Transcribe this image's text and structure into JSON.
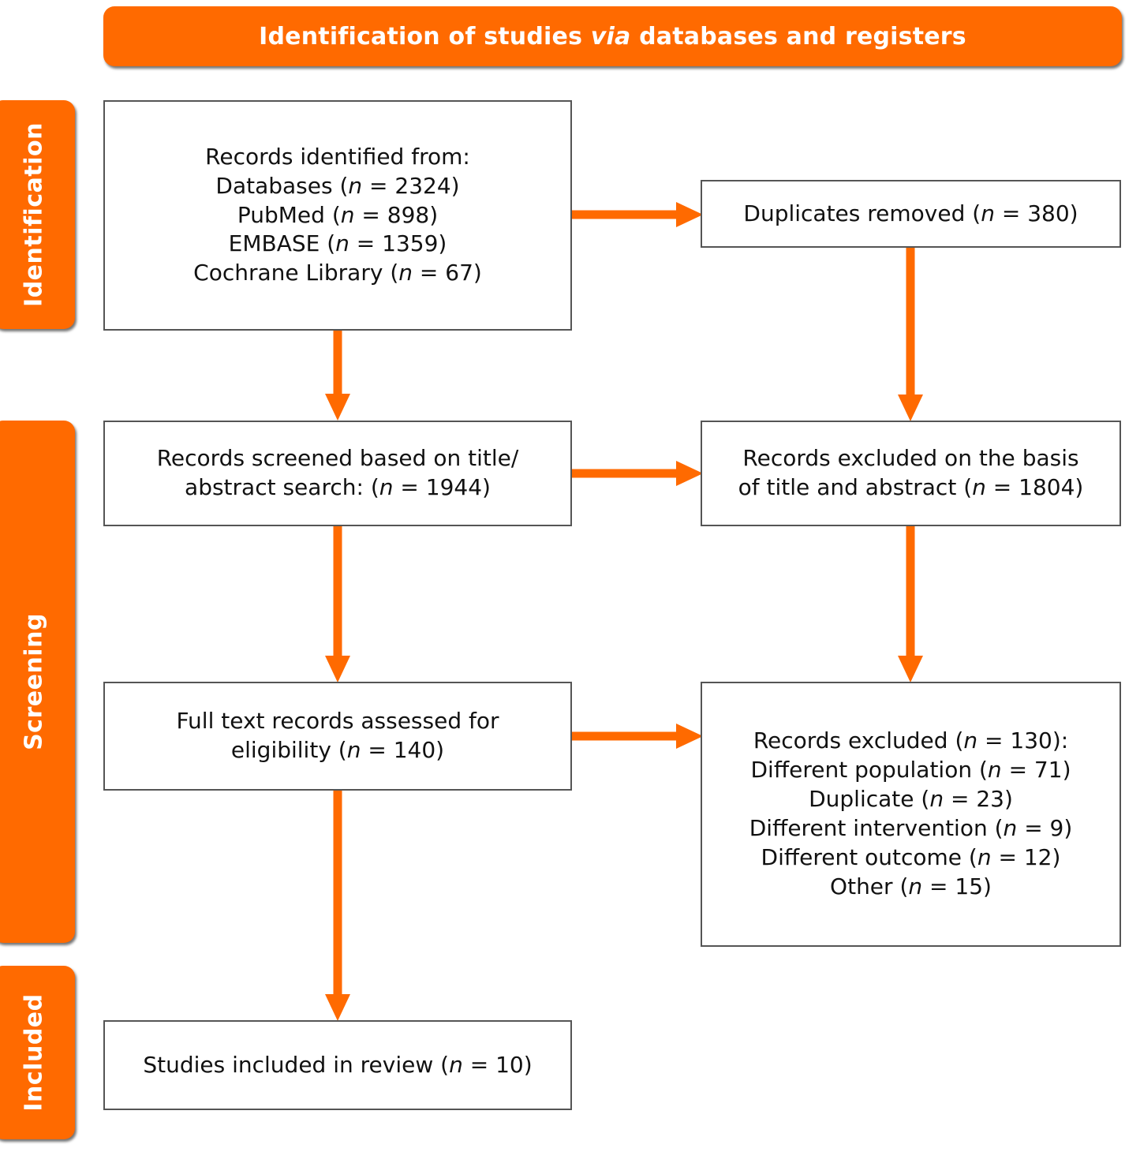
{
  "accent_color": "#FF6A00",
  "box_border_color": "#555555",
  "banner": {
    "text_before_italic": "Identification of studies ",
    "italic_word": "via",
    "text_after_italic": " databases and registers"
  },
  "stages": [
    {
      "id": "identification",
      "label": "Identification"
    },
    {
      "id": "screening",
      "label": "Screening"
    },
    {
      "id": "included",
      "label": "Included"
    }
  ],
  "boxes": {
    "records_identified": {
      "lines": [
        {
          "text": "Records identified from:",
          "n": null,
          "suffix": ""
        },
        {
          "text": "Databases (",
          "n": "n",
          "suffix": " = 2324)"
        },
        {
          "text": "PubMed (",
          "n": "n",
          "suffix": " = 898)"
        },
        {
          "text": "EMBASE (",
          "n": "n",
          "suffix": " = 1359)"
        },
        {
          "text": "Cochrane Library (",
          "n": "n",
          "suffix": " = 67)"
        }
      ]
    },
    "duplicates_removed": {
      "lines": [
        {
          "text": "Duplicates removed (",
          "n": "n",
          "suffix": " = 380)"
        }
      ]
    },
    "records_screened": {
      "lines": [
        {
          "text": "Records screened based on title/",
          "n": null,
          "suffix": ""
        },
        {
          "text": "abstract search: (",
          "n": "n",
          "suffix": " = 1944)"
        }
      ]
    },
    "records_excluded_title_abstract": {
      "lines": [
        {
          "text": "Records excluded on the basis",
          "n": null,
          "suffix": ""
        },
        {
          "text": "of title and abstract (",
          "n": "n",
          "suffix": " = 1804)"
        }
      ]
    },
    "fulltext_assessed": {
      "lines": [
        {
          "text": "Full text records assessed for",
          "n": null,
          "suffix": ""
        },
        {
          "text": "eligibility (",
          "n": "n",
          "suffix": " = 140)"
        }
      ]
    },
    "records_excluded_reasons": {
      "lines": [
        {
          "text": "Records excluded (",
          "n": "n",
          "suffix": " = 130):"
        },
        {
          "text": "Different population (",
          "n": "n",
          "suffix": " = 71)"
        },
        {
          "text": "Duplicate (",
          "n": "n",
          "suffix": " = 23)"
        },
        {
          "text": "Different intervention (",
          "n": "n",
          "suffix": " = 9)"
        },
        {
          "text": "Different outcome (",
          "n": "n",
          "suffix": " = 12)"
        },
        {
          "text": "Other (",
          "n": "n",
          "suffix": " = 15)"
        }
      ]
    },
    "studies_included": {
      "lines": [
        {
          "text": "Studies included in review (",
          "n": "n",
          "suffix": " = 10)"
        }
      ]
    }
  },
  "chart_data": {
    "type": "diagram",
    "title": "Identification of studies via databases and registers",
    "diagram_kind": "PRISMA flow diagram",
    "nodes": [
      {
        "id": "records_identified",
        "stage": "Identification",
        "label": "Records identified from",
        "counts": {
          "Databases": 2324,
          "PubMed": 898,
          "EMBASE": 1359,
          "Cochrane Library": 67
        }
      },
      {
        "id": "duplicates_removed",
        "stage": "Identification",
        "label": "Duplicates removed",
        "n": 380
      },
      {
        "id": "records_screened",
        "stage": "Screening",
        "label": "Records screened based on title/abstract search",
        "n": 1944
      },
      {
        "id": "records_excluded_title_abstract",
        "stage": "Screening",
        "label": "Records excluded on the basis of title and abstract",
        "n": 1804
      },
      {
        "id": "fulltext_assessed",
        "stage": "Screening",
        "label": "Full text records assessed for eligibility",
        "n": 140
      },
      {
        "id": "records_excluded_reasons",
        "stage": "Screening",
        "label": "Records excluded",
        "n": 130,
        "reasons": {
          "Different population": 71,
          "Duplicate": 23,
          "Different intervention": 9,
          "Different outcome": 12,
          "Other": 15
        }
      },
      {
        "id": "studies_included",
        "stage": "Included",
        "label": "Studies included in review",
        "n": 10
      }
    ],
    "edges": [
      {
        "from": "records_identified",
        "to": "duplicates_removed",
        "direction": "right"
      },
      {
        "from": "records_identified",
        "to": "records_screened",
        "direction": "down"
      },
      {
        "from": "duplicates_removed",
        "to": "records_excluded_title_abstract",
        "direction": "down"
      },
      {
        "from": "records_screened",
        "to": "records_excluded_title_abstract",
        "direction": "right"
      },
      {
        "from": "records_screened",
        "to": "fulltext_assessed",
        "direction": "down"
      },
      {
        "from": "records_excluded_title_abstract",
        "to": "records_excluded_reasons",
        "direction": "down"
      },
      {
        "from": "fulltext_assessed",
        "to": "records_excluded_reasons",
        "direction": "right"
      },
      {
        "from": "fulltext_assessed",
        "to": "studies_included",
        "direction": "down"
      }
    ]
  }
}
